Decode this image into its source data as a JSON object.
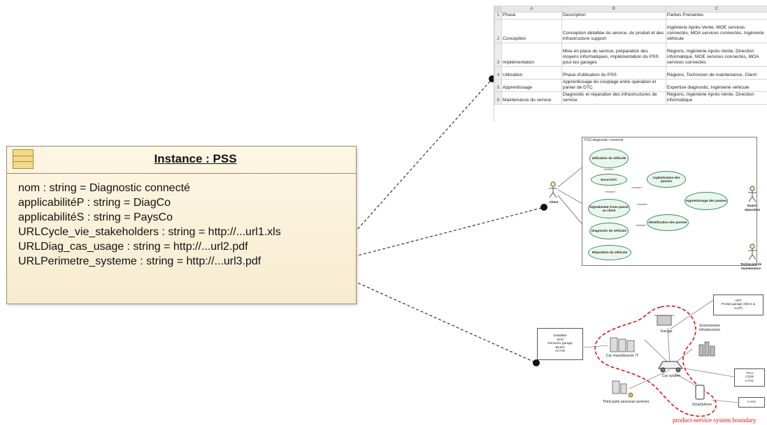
{
  "instance": {
    "title": "Instance : PSS",
    "attributes": [
      "nom : string = Diagnostic connecté",
      "applicabilitéP : string = DiagCo",
      "applicabilitéS : string = PaysCo",
      "URLCycle_vie_stakeholders : string = http://...url1.xls",
      "URLDiag_cas_usage : string = http://...url2.pdf",
      "URLPerimetre_systeme : string = http://...url3.pdf"
    ]
  },
  "sheet": {
    "col_letters": [
      "A",
      "B",
      "C"
    ],
    "rows": [
      {
        "n": "1",
        "cells": [
          "Phase",
          "Description",
          "Parties Prenantes"
        ]
      },
      {
        "n": "2",
        "cells": [
          "Conception",
          "Conception détaillée du service, du produit et des infrastructure support",
          "Ingénierie Après-Vente, MOE services connectés, MOA services connectés, Ingénierie véhicule"
        ]
      },
      {
        "n": "3",
        "cells": [
          "Implémentation",
          "Mise en place du service, préparation des moyens informatiques, implémentation du PSS pour les garages",
          "Régions, Ingénierie Après-Vente, Direction informatique, MOE services connectés, MOA services connectés"
        ]
      },
      {
        "n": "4",
        "cells": [
          "Utilisation",
          "Phase d'utilisation du PSS",
          "Régions, Technicien de maintenance, Client"
        ]
      },
      {
        "n": "5",
        "cells": [
          "Apprentissage",
          "Apprentissage du couplage entre opération et panier de DTC",
          "Expertise diagnostic, Ingénierie véhicule"
        ]
      },
      {
        "n": "6",
        "cells": [
          "Maintenance du service",
          "Diagnostic et réparation des infrastructures de service",
          "Régions, Ingénierie Après-Vente, Direction informatique"
        ]
      }
    ]
  },
  "usecase": {
    "title": "PSS diagnostic connecté",
    "cases": {
      "utilisation": "Utilisation du véhicule",
      "envoi": "Envoi DTC",
      "signalement": "Signalement d'une panne au client",
      "diagnostic": "Diagnostic du véhicule",
      "reparation": "Réparation du véhicule",
      "capitalisation": "Capitalisation des pannes",
      "identification": "Identification des pannes",
      "apprentissage": "Apprentissage des pannes"
    },
    "actors": {
      "client": "Client",
      "expert": "Expert réparation",
      "technicien": "Technicien de maintenance"
    },
    "include_label": "«include»"
  },
  "architecture": {
    "datalake": [
      "Datalake",
      "SFD",
      "Serveurs garage",
      "BLMS",
      "ACTIS"
    ],
    "adt": [
      "ADT",
      "Portail garage (MCS &",
      "CLIP)"
    ],
    "tcu": [
      "TCU",
      "CGW",
      "A-IVC"
    ],
    "aivc": "A-IVC",
    "labels": {
      "garage": "Garage",
      "environment": "Environment infrastructure",
      "manufacturer": "Car manufacturer IT",
      "car": "Car system",
      "third": "Third party personal services",
      "smartphone": "Smartphone"
    },
    "boundary": "product-service system boundary"
  },
  "colors": {
    "uml_fill": "#f7ecd0",
    "usecase_fill": "#e9f7ee",
    "boundary": "#e01010"
  }
}
